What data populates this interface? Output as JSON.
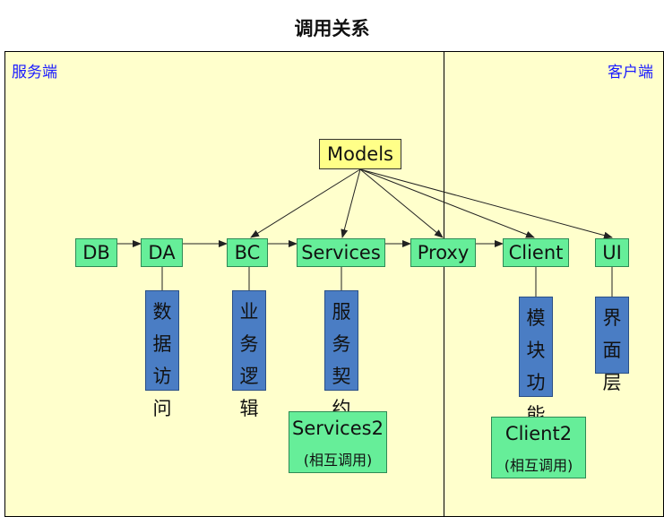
{
  "title": "调用关系",
  "server_label": "服务端",
  "client_label": "客户端",
  "models": "Models",
  "nodes": {
    "db": "DB",
    "da": "DA",
    "bc": "BC",
    "services": "Services",
    "proxy": "Proxy",
    "client": "Client",
    "ui": "UI"
  },
  "vertical": {
    "da": [
      "数",
      "据",
      "访",
      "问"
    ],
    "bc": [
      "业",
      "务",
      "逻",
      "辑"
    ],
    "services": [
      "服",
      "务",
      "契",
      "约"
    ],
    "client": [
      "模",
      "块",
      "功",
      "能"
    ],
    "ui": [
      "界",
      "面",
      "层"
    ]
  },
  "services2": {
    "name": "Services2",
    "note": "(相互调用)"
  },
  "client2": {
    "name": "Client2",
    "note": "(相互调用)"
  }
}
